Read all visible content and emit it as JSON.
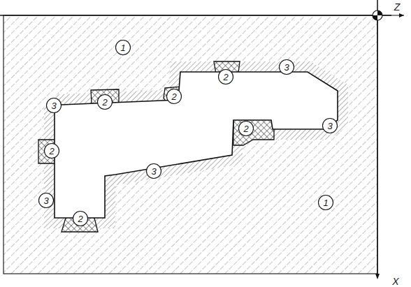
{
  "diagram": {
    "labels": [
      "1",
      "3",
      "2",
      "2",
      "2",
      "3",
      "3",
      "2",
      "2",
      "3",
      "1",
      "3",
      "2",
      "Z",
      "X"
    ]
  }
}
